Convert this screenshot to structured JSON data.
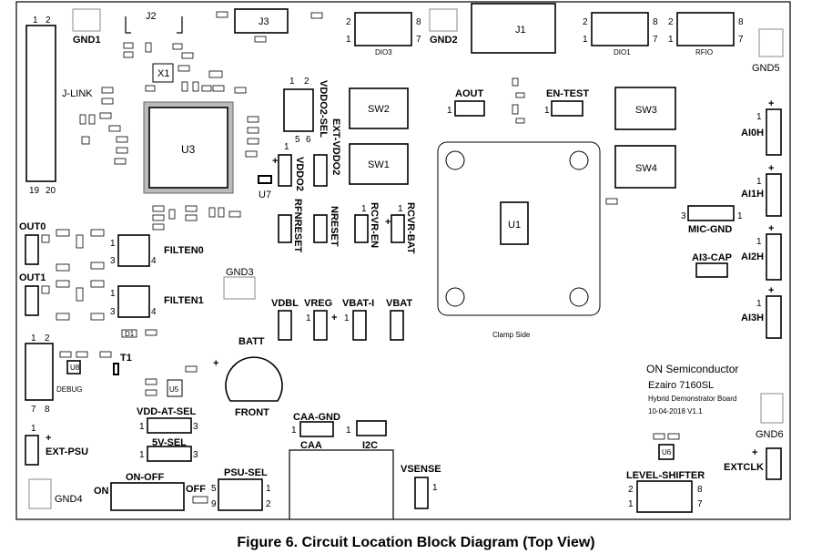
{
  "labels": {
    "gnd1": "GND1",
    "j2": "J2",
    "j3": "J3",
    "dio3": "DIO3",
    "gnd2": "GND2",
    "j1": "J1",
    "dio1": "DIO1",
    "rfio": "RFIO",
    "gnd5": "GND5",
    "jlink": "J-LINK",
    "x1": "X1",
    "u3": "U3",
    "vddo2sel": "VDDO2-SEL",
    "extvddo2": "EXT-VDDO2",
    "vddo2": "VDDO2",
    "u7": "U7",
    "sw1": "SW1",
    "sw2": "SW2",
    "sw3": "SW3",
    "sw4": "SW4",
    "aout": "AOUT",
    "entest": "EN-TEST",
    "u1": "U1",
    "clamp": "Clamp Side",
    "ai0h": "AI0H",
    "ai1h": "AI1H",
    "ai2h": "AI2H",
    "ai3h": "AI3H",
    "micgnd": "MIC-GND",
    "ai3cap": "AI3-CAP",
    "rfnreset": "RFNRESET",
    "nreset": "NRESET",
    "rcvren": "RCVR-EN",
    "rcvrbat": "RCVR-BAT",
    "out0": "OUT0",
    "out1": "OUT1",
    "filten0": "FILTEN0",
    "filten1": "FILTEN1",
    "gnd3": "GND3",
    "d1": "D1",
    "vdbl": "VDBL",
    "vreg": "VREG",
    "vbati": "VBAT-I",
    "vbat": "VBAT",
    "batt": "BATT",
    "front": "FRONT",
    "t1": "T1",
    "u8": "U8",
    "debug": "DEBUG",
    "u5": "U5",
    "vddatsel": "VDD-AT-SEL",
    "v5sel": "5V-SEL",
    "extpsu": "EXT-PSU",
    "onoff": "ON-OFF",
    "on": "ON",
    "off": "OFF",
    "psusel": "PSU-SEL",
    "gnd4": "GND4",
    "caagnd": "CAA-GND",
    "caa": "CAA",
    "i2c": "I2C",
    "vsense": "VSENSE",
    "company": "ON Semiconductor",
    "product": "Ezairo 7160SL",
    "board": "Hybrid Demonstrator Board",
    "date": "10-04-2018 V1.1",
    "gnd6": "GND6",
    "u6": "U6",
    "extclk": "EXTCLK",
    "levelshifter": "LEVEL-SHIFTER"
  },
  "caption": "Figure 6. Circuit Location Block Diagram (Top View)"
}
